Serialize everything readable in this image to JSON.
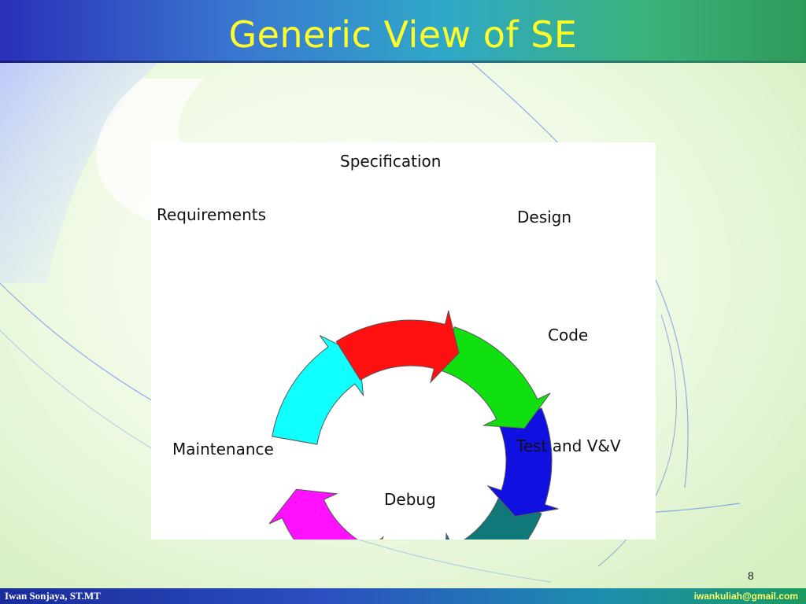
{
  "slide": {
    "title": "Generic View of SE",
    "page_number": "8"
  },
  "diagram": {
    "stages": [
      {
        "label": "Specification",
        "color": "#ff1010"
      },
      {
        "label": "Design",
        "color": "#10e010"
      },
      {
        "label": "Code",
        "color": "#1010e0"
      },
      {
        "label": "Test and V&V",
        "color": "#107878"
      },
      {
        "label": "Debug",
        "color": "#ffff00"
      },
      {
        "label": "Maintenance",
        "color": "#ff10ff"
      },
      {
        "label": "Requirements",
        "color": "#10ffff"
      }
    ]
  },
  "footer": {
    "author": "Iwan Sonjaya, ST.MT",
    "email": "iwankuliah@gmail.com"
  }
}
